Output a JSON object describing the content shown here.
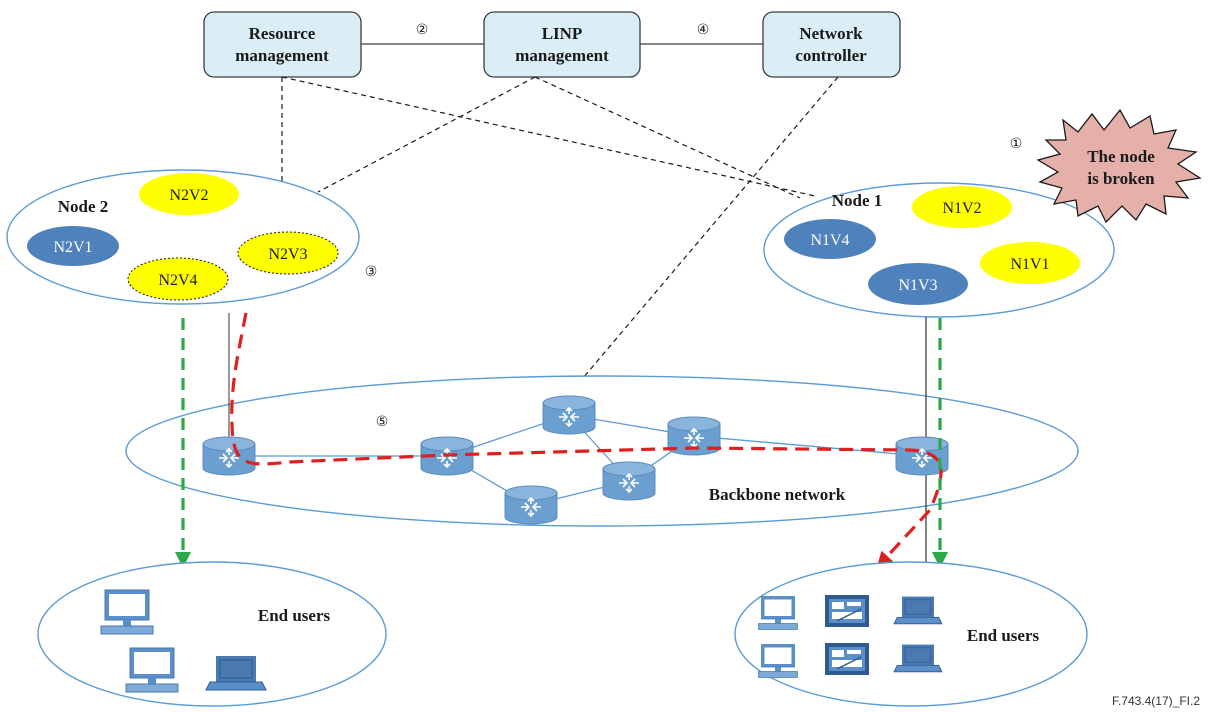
{
  "colors": {
    "box_fill": "#dbeef5",
    "box_stroke": "#3c3c3c",
    "ellipse_stroke": "#5b9bd5",
    "vnode_blue": "#4f81bd",
    "vnode_yellow": "#ffff00",
    "broken_fill": "#e6b0aa",
    "red_path": "#e02020",
    "green_arrow": "#2aa84a",
    "router": "#6a9fd0"
  },
  "boxes": {
    "resource": [
      "Resource",
      "management"
    ],
    "linp": [
      "LINP",
      "management"
    ],
    "controller": [
      "Network",
      "controller"
    ]
  },
  "markers": {
    "m1": "①",
    "m2": "②",
    "m3": "③",
    "m4": "④",
    "m5": "⑤"
  },
  "burst": [
    "The node",
    "is broken"
  ],
  "node2": {
    "label": "Node 2",
    "vnodes": {
      "n2v1": "N2V1",
      "n2v2": "N2V2",
      "n2v3": "N2V3",
      "n2v4": "N2V4"
    }
  },
  "node1": {
    "label": "Node 1",
    "vnodes": {
      "n1v1": "N1V1",
      "n1v2": "N1V2",
      "n1v3": "N1V3",
      "n1v4": "N1V4"
    }
  },
  "backbone_label": "Backbone network",
  "end_users_left": "End users",
  "end_users_right": "End users",
  "figure_code": "F.743.4(17)_FI.2"
}
